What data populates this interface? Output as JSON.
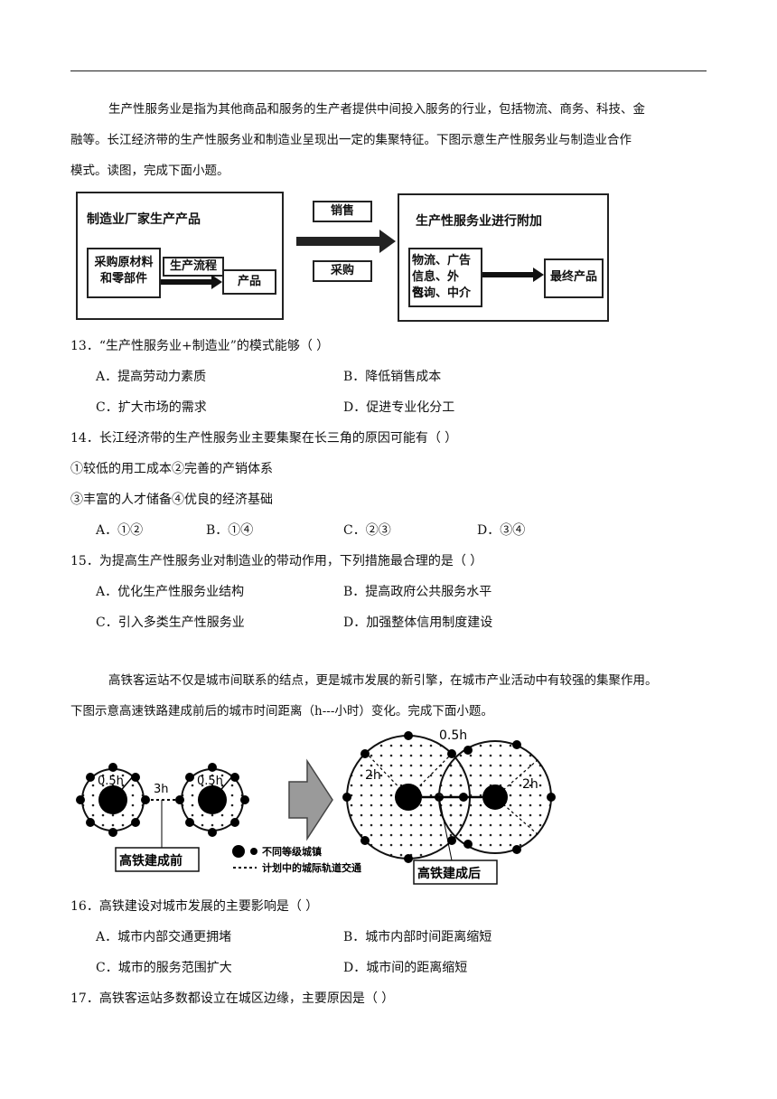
{
  "intro1": {
    "lines": [
      "生产性服务业是指为其他商品和服务的生产者提供中间投入服务的行业，包括物流、商务、科技、金",
      "融等。长江经济带的生产性服务业和制造业呈现出一定的集聚特征。下图示意生产性服务业与制造业合作",
      "模式。读图，完成下面小题。"
    ]
  },
  "diagram1": {
    "left_title": "制造业厂家生产产品",
    "raw_material": "采购原材料和零部件",
    "process": "生产流程",
    "product": "产品",
    "sell": "销售",
    "buy": "采购",
    "right_title": "生产性服务业进行附加",
    "services_line1": "物流、广告",
    "services_line2": "信息、外包、",
    "services_line3": "咨询、中介",
    "final_product": "最终产品"
  },
  "q13": {
    "stem": "13．“生产性服务业+制造业”的模式能够（    ）",
    "A": "A．提高劳动力素质",
    "B": "B．降低销售成本",
    "C": "C．扩大市场的需求",
    "D": "D．促进专业化分工"
  },
  "q14": {
    "stem": "14．长江经济带的生产性服务业主要集聚在长三角的原因可能有（    ）",
    "line1": "①较低的用工成本②完善的产销体系",
    "line2": "③丰富的人才储备④优良的经济基础",
    "A": "A．①②",
    "B": "B．①④",
    "C": "C．②③",
    "D": "D．③④"
  },
  "q15": {
    "stem": "15．为提高生产性服务业对制造业的带动作用，下列措施最合理的是（    ）",
    "A": "A．优化生产性服务业结构",
    "B": "B．提高政府公共服务水平",
    "C": "C．引入多类生产性服务业",
    "D": "D．加强整体信用制度建设"
  },
  "intro2": {
    "lines": [
      "高铁客运站不仅是城市间联系的结点，更是城市发展的新引擎，在城市产业活动中有较强的集聚作用。",
      "下图示意高速铁路建成前后的城市时间距离（h---小时）变化。完成下面小题。"
    ]
  },
  "diagram2": {
    "before_r": "0.5h",
    "before_r2": "0.5h",
    "between": "3h",
    "before_label": "高铁建成前",
    "after_top": "0.5h",
    "after_left": "2h",
    "after_right": "2h",
    "after_label": "高铁建成后",
    "legend_towns": "不同等级城镇",
    "legend_rail": "计划中的城际轨道交通"
  },
  "q16": {
    "stem": "16．高铁建设对城市发展的主要影响是（    ）",
    "A": "A．城市内部交通更拥堵",
    "B": "B．城市内部时间距离缩短",
    "C": "C．城市的服务范围扩大",
    "D": "D．城市间的距离缩短"
  },
  "q17": {
    "stem": "17．高铁客运站多数都设立在城区边缘，主要原因是（    ）"
  }
}
